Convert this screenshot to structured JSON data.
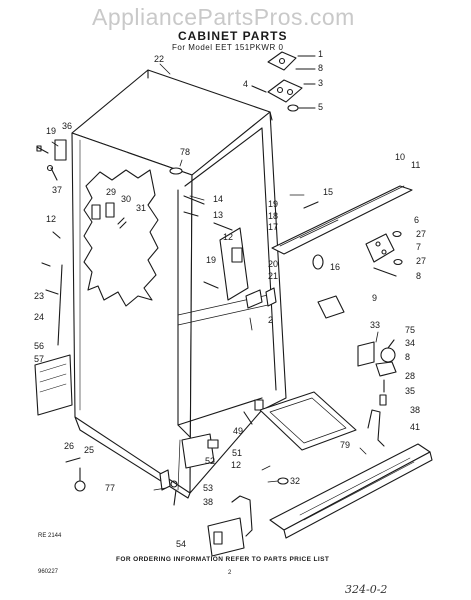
{
  "watermark": "AppliancePartsPros.com",
  "title": "CABINET PARTS",
  "subtitle": "For Model EET 151PKWR 0",
  "drawing_code": "RE 2144",
  "footer_note": "FOR ORDERING INFORMATION REFER TO PARTS PRICE LIST",
  "small_code": "960227",
  "page_mark": "2",
  "handwritten": "324-0-2",
  "labels": {
    "p1": "1",
    "p8a": "8",
    "p3": "3",
    "p4": "4",
    "p5": "5",
    "p22": "22",
    "p19a": "19",
    "p36": "36",
    "p37": "37",
    "p78": "78",
    "p29": "29",
    "p30": "30",
    "p31": "31",
    "p14": "14",
    "p13": "13",
    "p15": "15",
    "p10": "10",
    "p11": "11",
    "p19b": "19",
    "p18": "18",
    "p17": "17",
    "p12a": "12",
    "p20": "20",
    "p19c": "19",
    "p21": "21",
    "p16": "16",
    "p6": "6",
    "p27a": "27",
    "p7": "7",
    "p27b": "27",
    "p8b": "8",
    "p23": "23",
    "p24": "24",
    "p2": "2",
    "p9": "9",
    "p33": "33",
    "p75": "75",
    "p34": "34",
    "p8c": "8",
    "p28": "28",
    "p35": "35",
    "p56": "56",
    "p57": "57",
    "p38a": "38",
    "p41": "41",
    "p49": "49",
    "p79": "79",
    "p26": "26",
    "p25": "25",
    "p51": "51",
    "p52": "52",
    "p12b": "12",
    "p32": "32",
    "p77": "77",
    "p53": "53",
    "p38b": "38",
    "p54": "54"
  }
}
